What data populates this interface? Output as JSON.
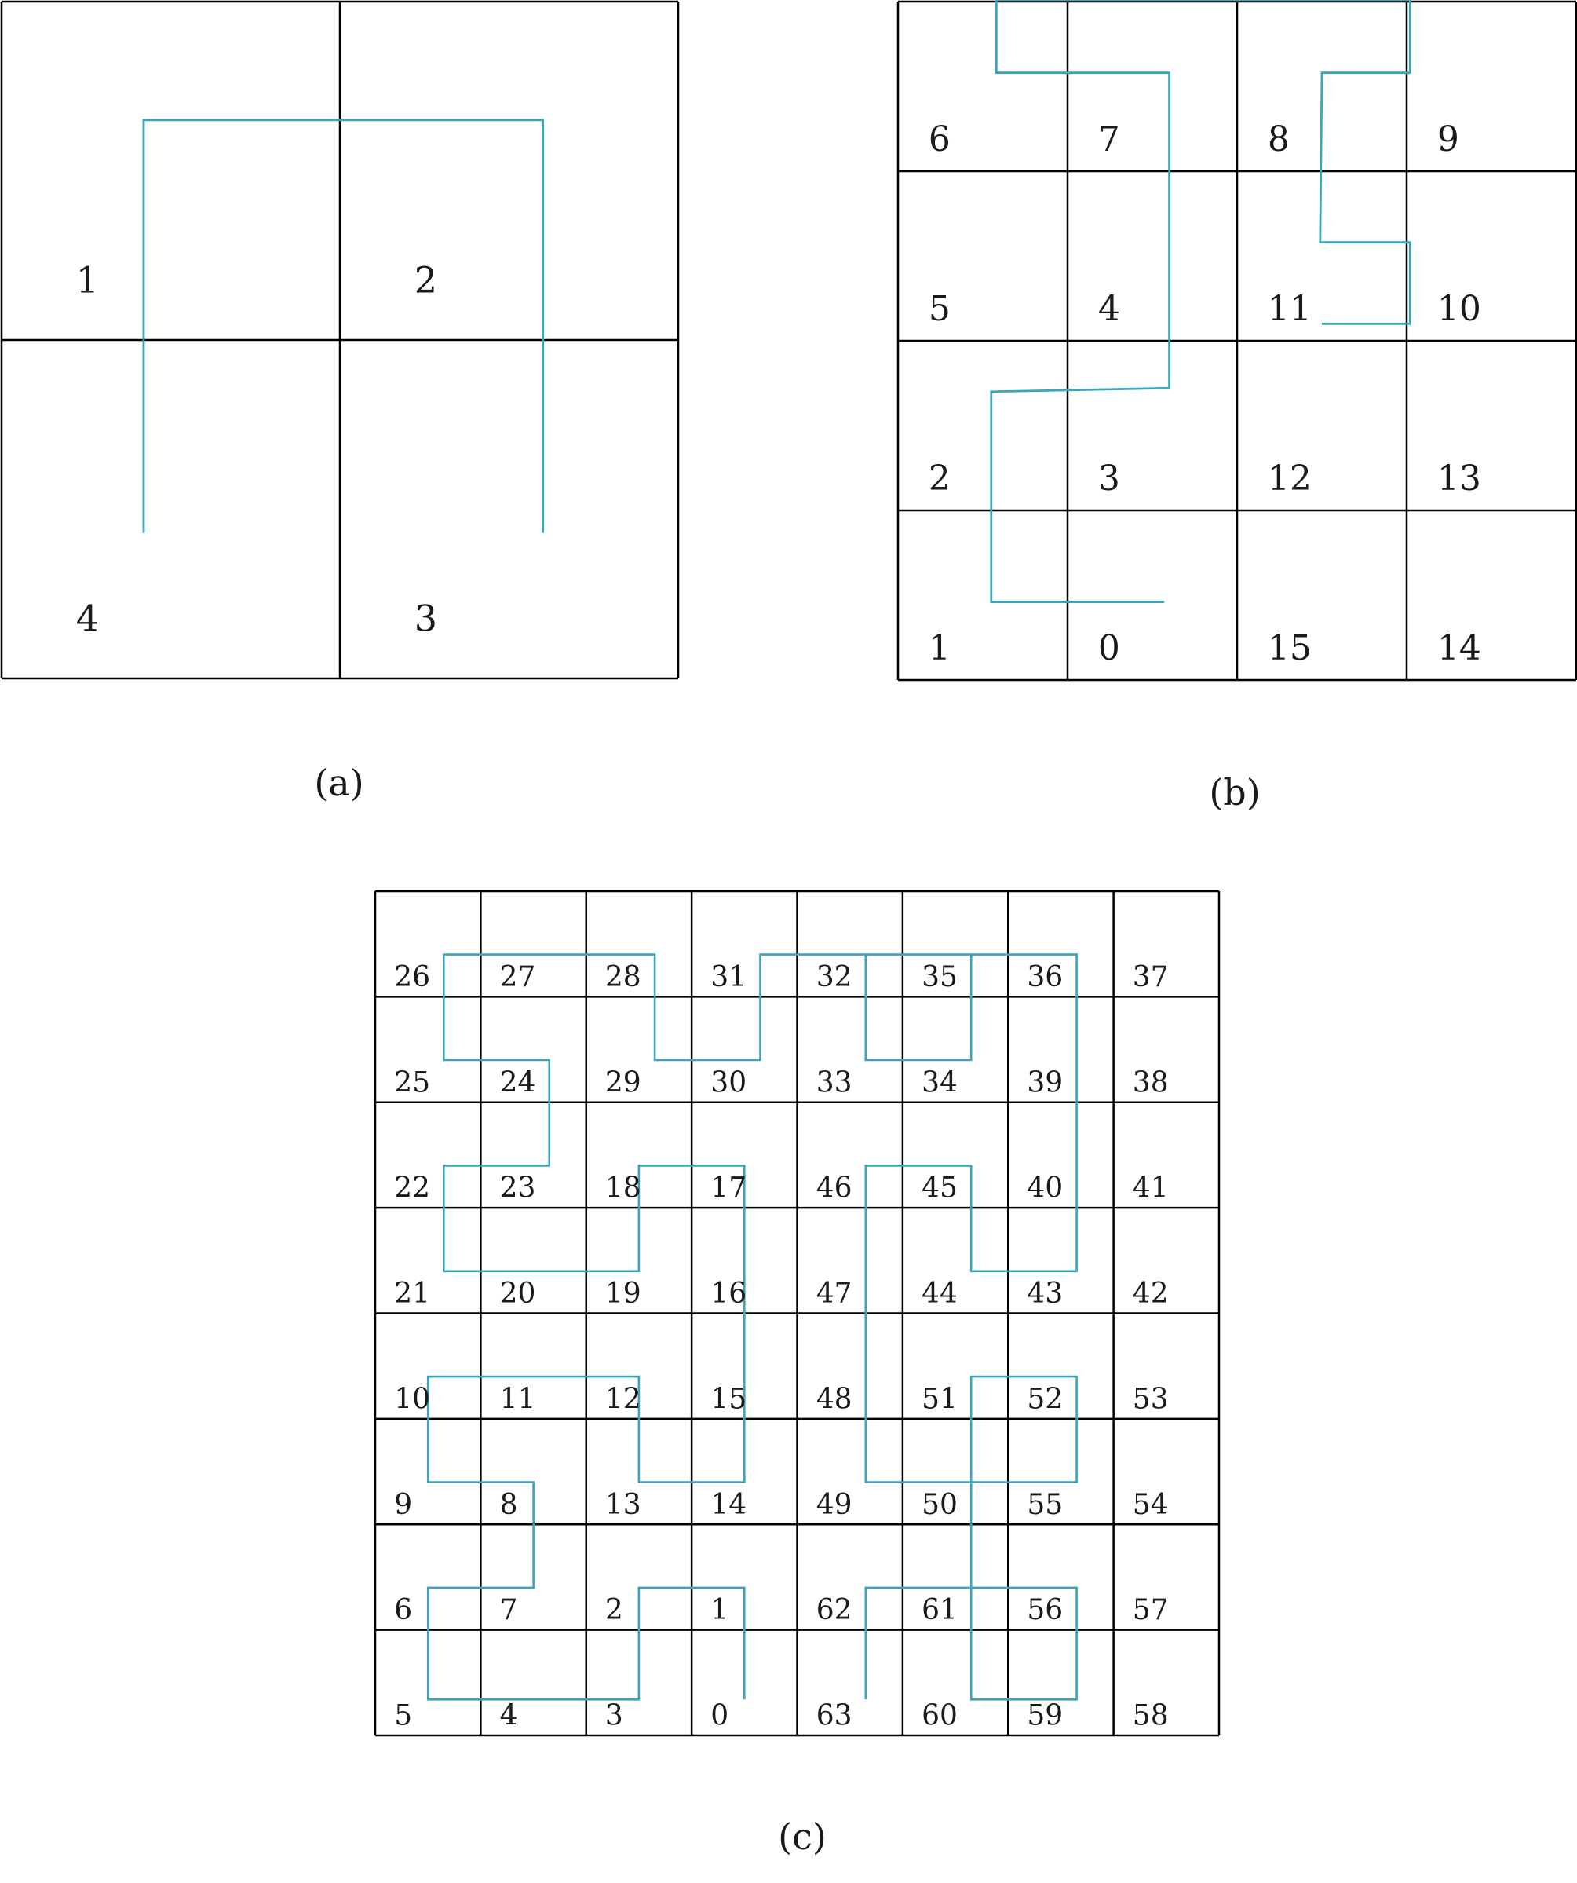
{
  "colors": {
    "grid": "#000000",
    "curve": "#3aa4b8",
    "text": "#1a1a1a",
    "background": "#ffffff"
  },
  "panels": [
    {
      "id": "a",
      "caption": "(a)",
      "rows": 2,
      "cols": 2,
      "cell_labels": [
        [
          "1",
          "2"
        ],
        [
          "4",
          "3"
        ]
      ],
      "curve": [
        [
          0.42,
          1.57
        ],
        [
          0.42,
          0.35
        ],
        [
          1.6,
          0.35
        ],
        [
          1.6,
          1.57
        ]
      ]
    },
    {
      "id": "b",
      "caption": "(b)",
      "rows": 4,
      "cols": 4,
      "cell_labels": [
        [
          "6",
          "7",
          "8",
          "9"
        ],
        [
          "5",
          "4",
          "11",
          "10"
        ],
        [
          "2",
          "3",
          "12",
          "13"
        ],
        [
          "1",
          "0",
          "15",
          "14"
        ]
      ],
      "curve": [
        [
          1.57,
          3.54
        ],
        [
          0.55,
          3.54
        ],
        [
          0.55,
          2.3
        ],
        [
          1.55,
          2.28
        ],
        [
          1.6,
          2.28
        ],
        [
          1.6,
          0.42
        ],
        [
          0.58,
          0.42
        ],
        [
          0.58,
          -0.01
        ],
        [
          3.02,
          -0.01
        ],
        [
          3.02,
          0.42
        ],
        [
          2.5,
          0.42
        ],
        [
          2.49,
          1.42
        ],
        [
          3.02,
          1.42
        ],
        [
          3.02,
          1.9
        ],
        [
          2.5,
          1.9
        ]
      ]
    },
    {
      "id": "c",
      "caption": "(c)",
      "rows": 8,
      "cols": 8,
      "cell_labels": [
        [
          "26",
          "27",
          "28",
          "31",
          "32",
          "35",
          "36",
          "37"
        ],
        [
          "25",
          "24",
          "29",
          "30",
          "33",
          "34",
          "39",
          "38"
        ],
        [
          "22",
          "23",
          "18",
          "17",
          "46",
          "45",
          "40",
          "41"
        ],
        [
          "21",
          "20",
          "19",
          "16",
          "47",
          "44",
          "43",
          "42"
        ],
        [
          "10",
          "11",
          "12",
          "15",
          "48",
          "51",
          "52",
          "53"
        ],
        [
          "9",
          "8",
          "13",
          "14",
          "49",
          "50",
          "55",
          "54"
        ],
        [
          "6",
          "7",
          "2",
          "1",
          "62",
          "61",
          "56",
          "57"
        ],
        [
          "5",
          "4",
          "3",
          "0",
          "63",
          "60",
          "59",
          "58"
        ]
      ],
      "curve": [
        [
          3.5,
          7.66
        ],
        [
          3.5,
          6.6
        ],
        [
          2.5,
          6.6
        ],
        [
          2.5,
          7.66
        ],
        [
          0.5,
          7.66
        ],
        [
          0.5,
          6.6
        ],
        [
          1.5,
          6.6
        ],
        [
          1.5,
          5.6
        ],
        [
          0.5,
          5.6
        ],
        [
          0.5,
          4.6
        ],
        [
          2.5,
          4.6
        ],
        [
          2.5,
          5.6
        ],
        [
          3.5,
          5.6
        ],
        [
          3.5,
          2.6
        ],
        [
          2.5,
          2.6
        ],
        [
          2.5,
          3.6
        ],
        [
          0.65,
          3.6
        ],
        [
          0.65,
          2.6
        ],
        [
          1.65,
          2.6
        ],
        [
          1.65,
          1.6
        ],
        [
          0.65,
          1.6
        ],
        [
          0.65,
          0.6
        ],
        [
          2.65,
          0.6
        ],
        [
          2.65,
          1.6
        ],
        [
          3.65,
          1.6
        ],
        [
          3.65,
          0.6
        ],
        [
          5.65,
          0.6
        ],
        [
          5.65,
          1.6
        ],
        [
          4.65,
          1.6
        ],
        [
          4.65,
          0.6
        ],
        [
          6.65,
          0.6
        ],
        [
          6.65,
          1.6
        ],
        [
          6.65,
          1.6
        ],
        [
          6.65,
          2.6
        ],
        [
          6.65,
          2.6
        ],
        [
          6.65,
          3.6
        ],
        [
          5.65,
          3.6
        ],
        [
          5.65,
          2.6
        ],
        [
          4.65,
          2.6
        ],
        [
          4.65,
          5.6
        ],
        [
          5.65,
          5.6
        ],
        [
          5.65,
          4.6
        ],
        [
          6.65,
          4.6
        ],
        [
          6.65,
          5.6
        ],
        [
          5.65,
          5.6
        ],
        [
          5.65,
          6.6
        ],
        [
          6.65,
          6.6
        ],
        [
          6.65,
          7.66
        ],
        [
          5.65,
          7.66
        ],
        [
          5.65,
          6.6
        ],
        [
          4.65,
          6.6
        ],
        [
          4.65,
          7.66
        ]
      ]
    }
  ]
}
